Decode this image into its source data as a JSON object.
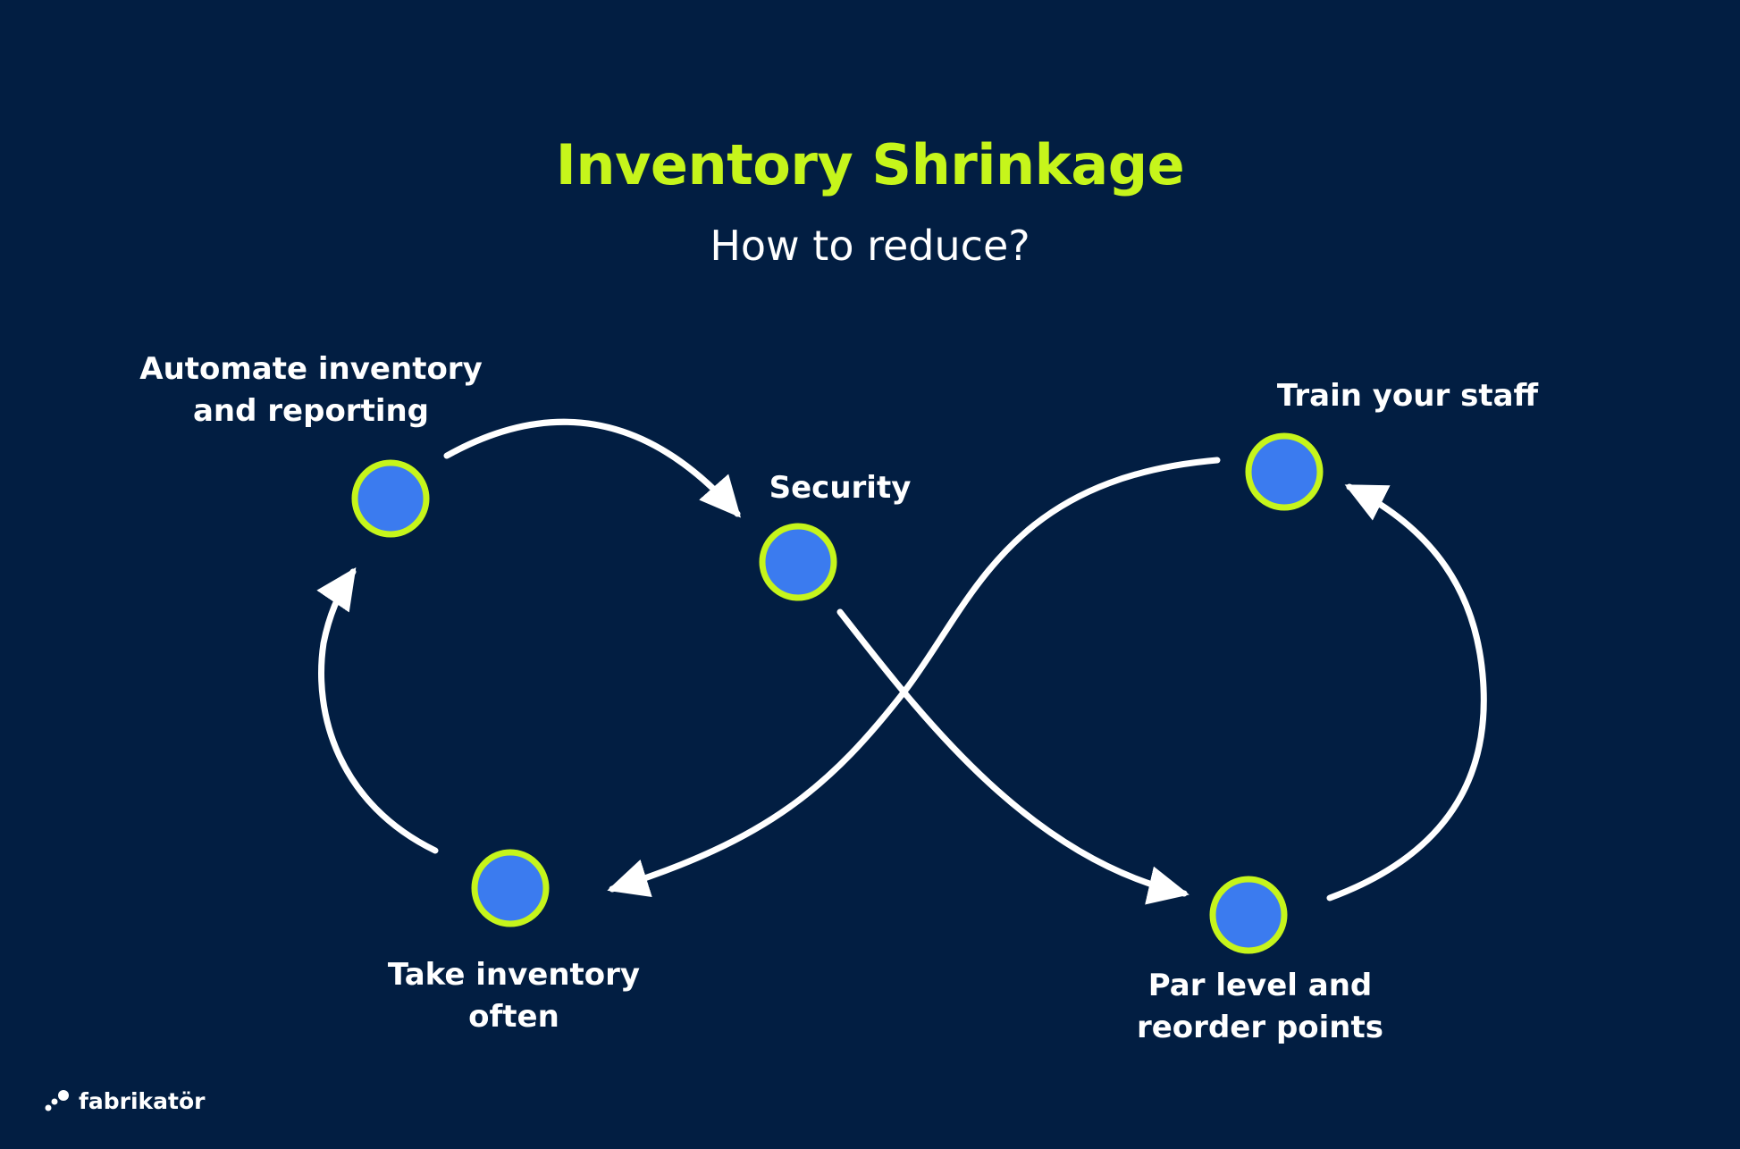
{
  "title": "Inventory Shrinkage",
  "subtitle": "How to reduce?",
  "colors": {
    "background": "#021e42",
    "title": "#c6f51b",
    "node_fill": "#3b7bef",
    "node_ring": "#c6f51b",
    "arrow": "#ffffff"
  },
  "nodes": [
    {
      "id": "automate",
      "line1": "Automate inventory",
      "line2": "and reporting"
    },
    {
      "id": "security",
      "line1": "Security",
      "line2": ""
    },
    {
      "id": "train",
      "line1": "Train your staff",
      "line2": ""
    },
    {
      "id": "par",
      "line1": "Par level and",
      "line2": "reorder points"
    },
    {
      "id": "take",
      "line1": "Take inventory",
      "line2": "often"
    }
  ],
  "cycle_order": [
    "automate",
    "security",
    "par",
    "train",
    "take"
  ],
  "brand": {
    "name": "fabrikatör",
    "icon": "dots-logo-icon"
  }
}
